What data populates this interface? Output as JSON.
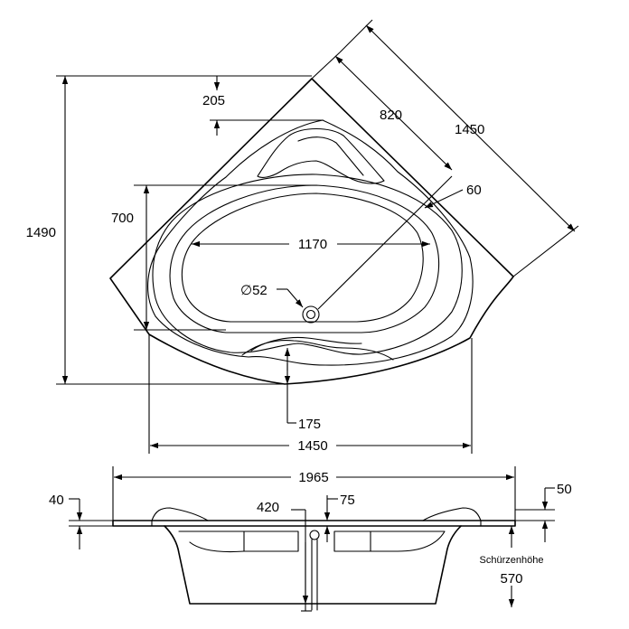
{
  "top_view": {
    "dimensions": {
      "width_1490": "1490",
      "depth_205": "205",
      "diag_820": "820",
      "diag_1450": "1450",
      "offset_60": "60",
      "depth_700": "700",
      "inner_1170": "1170",
      "drain_52": "∅52",
      "depth_175": "175",
      "width_1450": "1450"
    }
  },
  "side_view": {
    "dimensions": {
      "length_1965": "1965",
      "rim_40": "40",
      "pos_420": "420",
      "pos_75": "75",
      "rim_50": "50",
      "apron_label": "Schürzenhöhe",
      "apron_570": "570"
    }
  }
}
